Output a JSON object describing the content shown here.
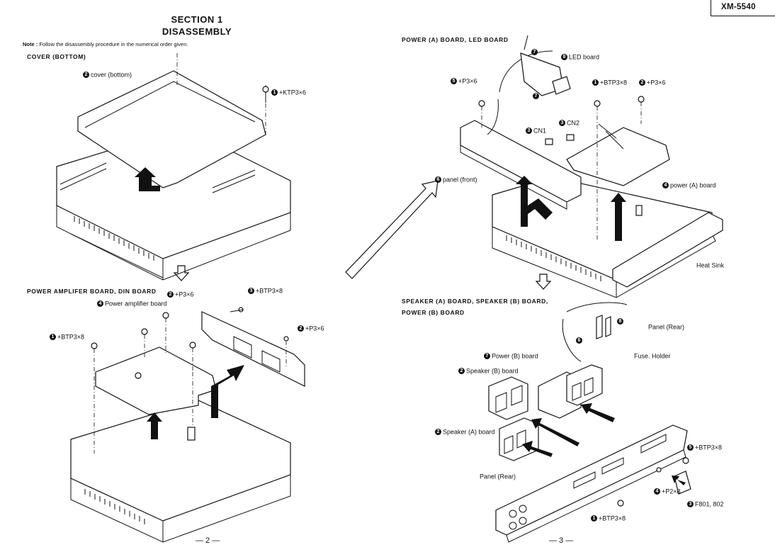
{
  "header": {
    "section": "SECTION 1",
    "title": "DISASSEMBLY",
    "model": "XM-5540",
    "note_label": "Note :",
    "note_text": "Follow the disassembly procedure in the numerical order given."
  },
  "left_page": {
    "cover_heading": "COVER (BOTTOM)",
    "cover_labels": [
      {
        "n": "2",
        "text": "cover (bottom)"
      },
      {
        "n": "1",
        "text": "+KTP3×6"
      }
    ],
    "amp_heading": "POWER AMPLIFER BOARD, DIN BOARD",
    "amp_labels": [
      {
        "n": "4",
        "text": "Power amplifier board"
      },
      {
        "n": "2",
        "text": "+P3×6"
      },
      {
        "n": "3",
        "text": "+BTP3×8"
      },
      {
        "n": "1",
        "text": "+BTP3×8"
      },
      {
        "n": "2",
        "text": "+P3×6"
      }
    ],
    "page_number": "— 2 —"
  },
  "right_page": {
    "power_heading": "POWER (A) BOARD, LED BOARD",
    "power_labels": [
      {
        "n": "7",
        "text": ""
      },
      {
        "n": "8",
        "text": "LED board"
      },
      {
        "n": "5",
        "text": "+P3×6"
      },
      {
        "n": "1",
        "text": "+BTP3×8"
      },
      {
        "n": "2",
        "text": "+P3×6"
      },
      {
        "n": "7",
        "text": ""
      },
      {
        "n": "3",
        "text": "CN2"
      },
      {
        "n": "3",
        "text": "CN1"
      },
      {
        "n": "6",
        "text": "panel (front)"
      },
      {
        "n": "4",
        "text": "power (A) board"
      },
      {
        "n": "",
        "text": "Heat Sink"
      }
    ],
    "speaker_heading_1": "SPEAKER (A) BOARD, SPEAKER (B) BOARD,",
    "speaker_heading_2": "POWER (B) BOARD",
    "speaker_labels": [
      {
        "n": "8",
        "text": ""
      },
      {
        "n": "",
        "text": "Panel (Rear)"
      },
      {
        "n": "6",
        "text": ""
      },
      {
        "n": "",
        "text": "Fuse. Holder"
      },
      {
        "n": "7",
        "text": "Power (B) board"
      },
      {
        "n": "2",
        "text": "Speaker (B) board"
      },
      {
        "n": "2",
        "text": "Speaker (A) board"
      },
      {
        "n": "5",
        "text": "+BTP3×8"
      },
      {
        "n": "",
        "text": "Panel (Rear)"
      },
      {
        "n": "4",
        "text": "+P2×8"
      },
      {
        "n": "3",
        "text": "F801, 802"
      },
      {
        "n": "1",
        "text": "+BTP3×8"
      }
    ],
    "page_number": "— 3 —"
  }
}
